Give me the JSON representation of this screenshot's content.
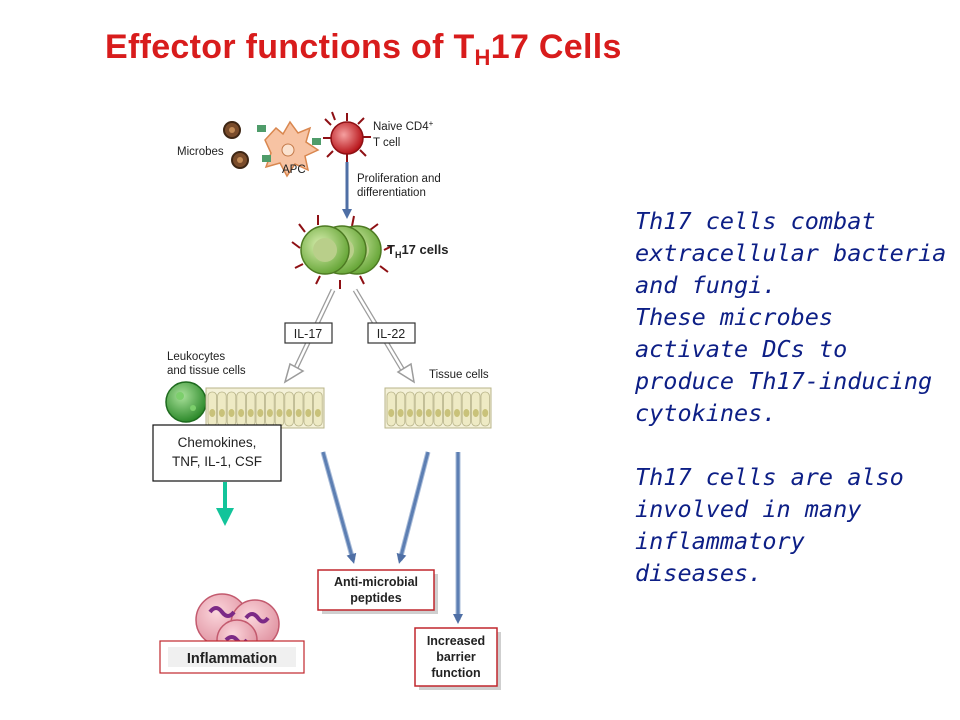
{
  "title": {
    "main": "Effector functions of T",
    "sub": "H",
    "tail": "17 Cells"
  },
  "side_text": {
    "p1": [
      "Th17 cells combat",
      "extracellular bacteria",
      "and fungi.",
      "These microbes",
      "activate DCs to",
      "produce Th17-inducing",
      "cytokines."
    ],
    "p2": [
      "Th17 cells are also",
      "involved in many",
      "inflammatory",
      "diseases."
    ]
  },
  "diagram": {
    "microbes": "Microbes",
    "apc": "APC",
    "naive_line1": "Naive CD4",
    "naive_sup": "+",
    "naive_line2": "T cell",
    "prolif_line1": "Proliferation and",
    "prolif_line2": "differentiation",
    "th17_t": "T",
    "th17_sub": "H",
    "th17_rest": "17 cells",
    "il17": "IL-17",
    "il22": "IL-22",
    "leuk_line1": "Leukocytes",
    "leuk_line2": "and tissue cells",
    "tissue": "Tissue cells",
    "chemo_line1": "Chemokines,",
    "chemo_line2": "TNF, IL-1, CSF",
    "amp_line1": "Anti-microbial",
    "amp_line2": "peptides",
    "barrier_line1": "Increased",
    "barrier_line2": "barrier",
    "barrier_line3": "function",
    "inflammation": "Inflammation"
  },
  "colors": {
    "title": "#d81c1c",
    "side_text": "#0d1f86",
    "box_border": "#c0272d",
    "teal_arrow": "#12c49a",
    "blue_arrow": "#5d7fb3"
  }
}
